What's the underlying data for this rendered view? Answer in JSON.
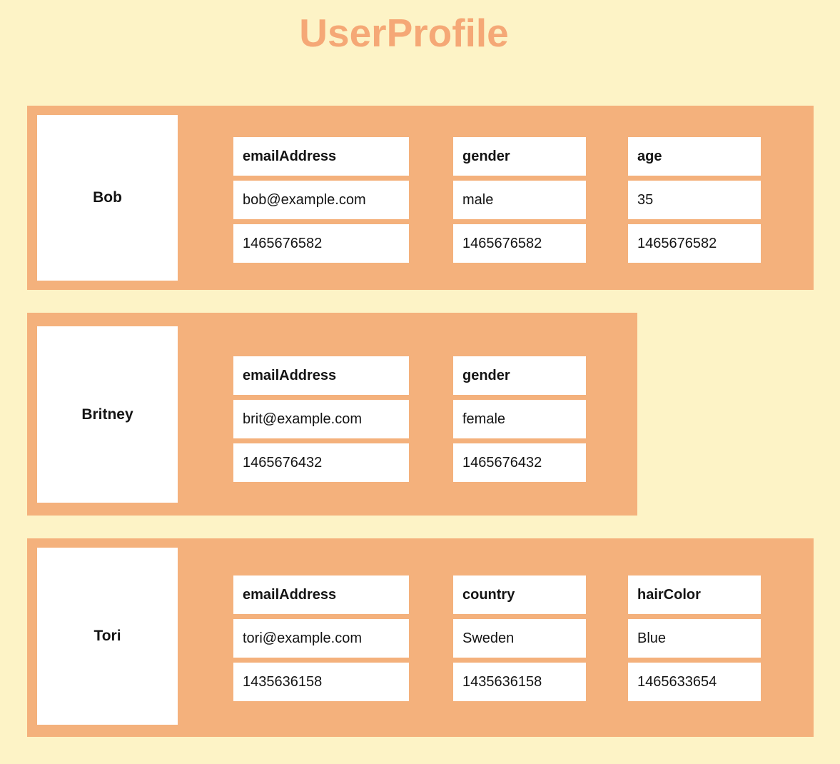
{
  "title": "UserProfile",
  "colors": {
    "background": "#FDF3C6",
    "band": "#F4B17C",
    "title": "#F5A876",
    "cell_background": "#FFFFFF",
    "text": "#141414"
  },
  "rows": [
    {
      "key": "Bob",
      "columns": [
        {
          "name": "emailAddress",
          "value": "bob@example.com",
          "timestamp": "1465676582"
        },
        {
          "name": "gender",
          "value": "male",
          "timestamp": "1465676582"
        },
        {
          "name": "age",
          "value": "35",
          "timestamp": "1465676582"
        }
      ]
    },
    {
      "key": "Britney",
      "columns": [
        {
          "name": "emailAddress",
          "value": "brit@example.com",
          "timestamp": "1465676432"
        },
        {
          "name": "gender",
          "value": "female",
          "timestamp": "1465676432"
        }
      ]
    },
    {
      "key": "Tori",
      "columns": [
        {
          "name": "emailAddress",
          "value": "tori@example.com",
          "timestamp": "1435636158"
        },
        {
          "name": "country",
          "value": "Sweden",
          "timestamp": "1435636158"
        },
        {
          "name": "hairColor",
          "value": "Blue",
          "timestamp": "1465633654"
        }
      ]
    }
  ]
}
